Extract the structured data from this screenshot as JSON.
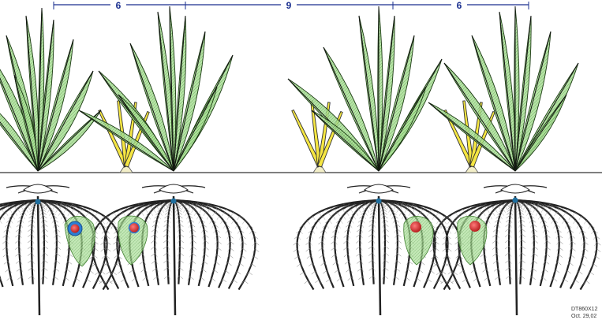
{
  "dimensions": [
    {
      "label": "6"
    },
    {
      "label": "9"
    },
    {
      "label": "6"
    }
  ],
  "drawing_code": {
    "line1": "DT860X12",
    "line2": "Oct. 29,02"
  },
  "colors": {
    "dimension": "#1a2f8f",
    "leaf_fill": "#9fd98b",
    "leaf_stroke": "#1b3a12",
    "seedling_fill": "#f5e642",
    "emitter_red": "#d43a3a",
    "emitter_blue": "#2a7fd4",
    "wetting_zone": "#5fb14a",
    "root": "#222222",
    "soil_line": "#333333"
  }
}
